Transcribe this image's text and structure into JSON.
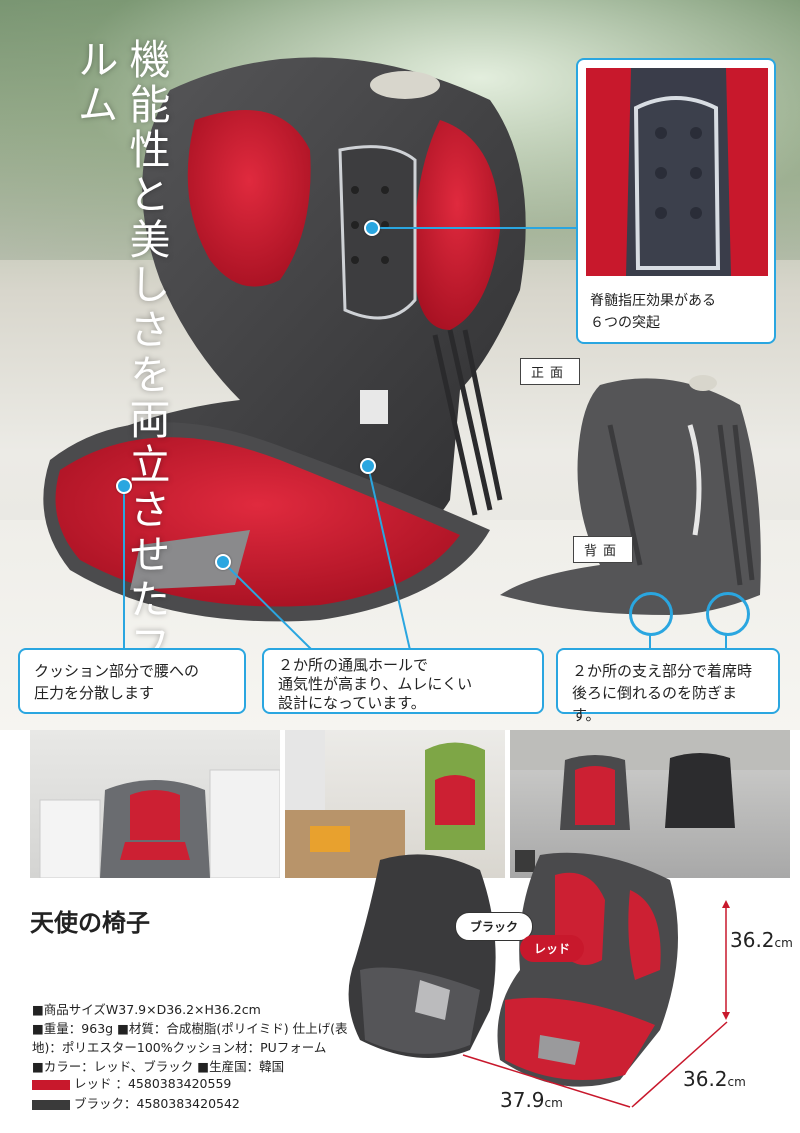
{
  "headline": "機能性と美しさを両立させたフォルム",
  "callouts": {
    "spine": "脊髄指圧効果がある6つの突起",
    "spine_line1": "脊髄指圧効果がある",
    "spine_line2": "６つの突起",
    "cushion_line1": "クッション部分で腰への",
    "cushion_line2": "圧力を分散します",
    "vent_line1": "２か所の通風ホールで",
    "vent_line2": "通気性が高まり、ムレにくい",
    "vent_line3": "設計になっています。",
    "support_line1": "２か所の支え部分で着席時",
    "support_line2": "後ろに倒れるのを防ぎます。"
  },
  "tags": {
    "front": "正面",
    "back": "背面"
  },
  "product": {
    "title": "天使の椅子",
    "spec_line1": "■商品サイズW37.9×D36.2×H36.2cm",
    "spec_line2": "■重量：963g ■材質：合成樹脂(ポリイミド) 仕上げ(表",
    "spec_line3": "地)：ポリエスター100%クッション材：PUフォーム",
    "spec_line4": "■カラー：レッド、ブラック ■生産国：韓国",
    "jan_red": "レッド ：4580383420559",
    "jan_black": "ブラック：4580383420542"
  },
  "badges": {
    "black": "ブラック",
    "red": "レッド"
  },
  "dimensions": {
    "height_value": "36.2",
    "height_unit": "cm",
    "depth_value": "36.2",
    "depth_unit": "cm",
    "width_value": "37.9",
    "width_unit": "cm"
  },
  "colors": {
    "accent": "#2aa6e0",
    "red": "#c8182c",
    "dark": "#3a3a3a",
    "black_swatch": "#3a3a3a",
    "red_swatch": "#c8182c"
  }
}
